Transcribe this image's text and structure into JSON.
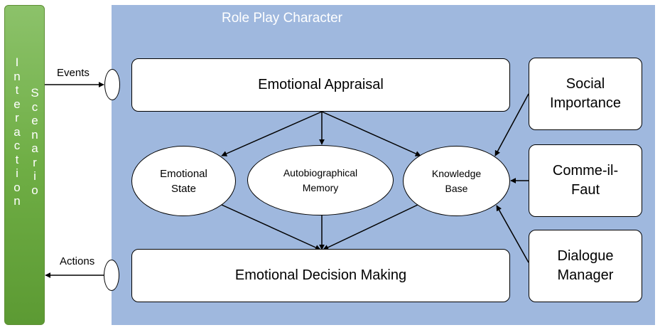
{
  "scenario": {
    "word1": "Interaction",
    "word2": "Scenario"
  },
  "character": {
    "title": "Role Play Character"
  },
  "modules": {
    "appraisal": "Emotional Appraisal",
    "decision": "Emotional Decision Making",
    "state": [
      "Emotional",
      "State"
    ],
    "memory": [
      "Autobiographical",
      "Memory"
    ],
    "knowledge": [
      "Knowledge",
      "Base"
    ],
    "social": [
      "Social",
      "Importance"
    ],
    "comme": [
      "Comme-il-",
      "Faut"
    ],
    "dialogue": [
      "Dialogue",
      "Manager"
    ]
  },
  "flows": {
    "events": "Events",
    "actions": "Actions"
  }
}
